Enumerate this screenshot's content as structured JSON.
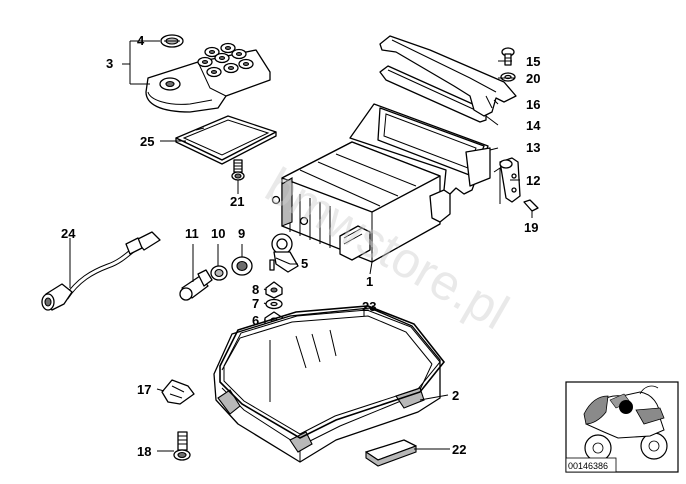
{
  "watermark": "bmwstore.pl",
  "reference_number": "00146386",
  "part_labels": [
    "1",
    "2",
    "3",
    "4",
    "5",
    "6",
    "7",
    "8",
    "9",
    "10",
    "11",
    "12",
    "13",
    "14",
    "15",
    "16",
    "17",
    "18",
    "19",
    "20",
    "21",
    "22",
    "23",
    "24",
    "25"
  ]
}
